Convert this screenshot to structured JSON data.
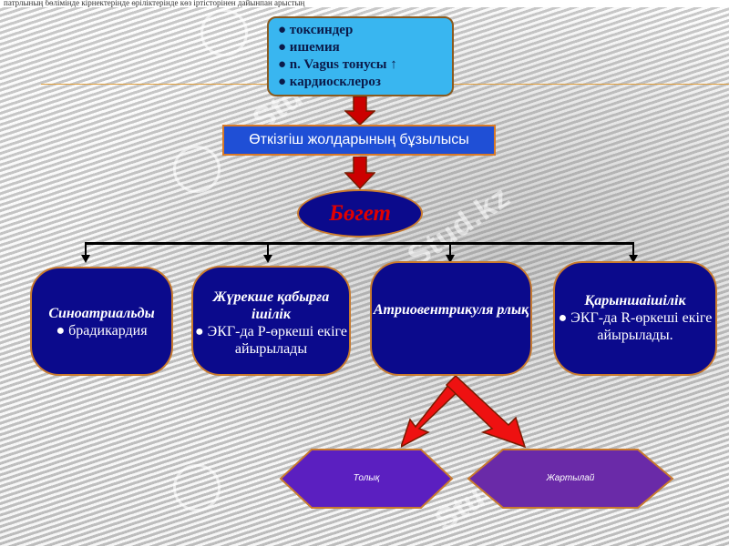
{
  "top_text": "патрлының бөлімінде кірнектерінде өріліктерінде көз іртісторінен дайынпан арыстың",
  "watermark": "Stud.kz",
  "causes": [
    "● токсиндер",
    "● ишемия",
    "●  n. Vagus тонусы ↑",
    "● кардиосклероз"
  ],
  "pathway": "Өткізгіш жолдарының бұзылысы",
  "block": "Бөгет",
  "types": [
    {
      "title": "Синоатриальды",
      "detail": "● брадикардия"
    },
    {
      "title": "Жүрекше қабырға ішілік",
      "detail": "● ЭКГ-да Р-өркеші екіге айырылады"
    },
    {
      "title": "Атриовентрикуля рлық",
      "detail": ""
    },
    {
      "title": "Қарыншаішілік",
      "detail": "● ЭКГ-да R-өркеші екіге айырылады."
    }
  ],
  "degrees": [
    "Толық",
    "Жартылай"
  ],
  "colors": {
    "cause_bg": "#39b6f0",
    "path_bg": "#1f4fd6",
    "node_bg": "#0b0a8c",
    "block_text": "#e10000",
    "arrow": "#cc0000",
    "hex_full": "#5b1fc0",
    "hex_partial": "#6a2aa8"
  }
}
